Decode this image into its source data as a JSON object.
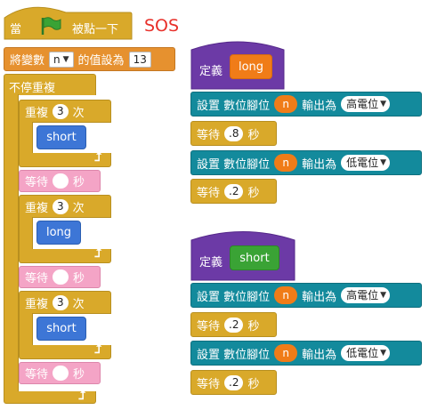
{
  "left_script": {
    "when_flag_prefix": "當",
    "when_flag_suffix": "被點一下",
    "annotation": "SOS",
    "set_var": {
      "label": "將變數",
      "var": "n",
      "middle": "的值設為",
      "value": "13"
    },
    "forever_label": "不停重複",
    "repeat1": {
      "label": "重複",
      "count": "3",
      "unit": "次",
      "call": "short"
    },
    "wait1": {
      "label": "等待",
      "unit": "秒"
    },
    "repeat2": {
      "label": "重複",
      "count": "3",
      "unit": "次",
      "call": "long"
    },
    "wait2": {
      "label": "等待",
      "unit": "秒"
    },
    "repeat3": {
      "label": "重複",
      "count": "3",
      "unit": "次",
      "call": "short"
    },
    "wait3": {
      "label": "等待",
      "unit": "秒"
    }
  },
  "define_long": {
    "define_label": "定義",
    "name": "long",
    "set_high": {
      "label": "設置 數位腳位",
      "pin": "n",
      "out": "輸出為",
      "level": "高電位"
    },
    "wait_a": {
      "label": "等待",
      "value": ".8",
      "unit": "秒"
    },
    "set_low": {
      "label": "設置 數位腳位",
      "pin": "n",
      "out": "輸出為",
      "level": "低電位"
    },
    "wait_b": {
      "label": "等待",
      "value": ".2",
      "unit": "秒"
    }
  },
  "define_short": {
    "define_label": "定義",
    "name": "short",
    "set_high": {
      "label": "設置 數位腳位",
      "pin": "n",
      "out": "輸出為",
      "level": "高電位"
    },
    "wait_a": {
      "label": "等待",
      "value": ".2",
      "unit": "秒"
    },
    "set_low": {
      "label": "設置 數位腳位",
      "pin": "n",
      "out": "輸出為",
      "level": "低電位"
    },
    "wait_b": {
      "label": "等待",
      "value": ".2",
      "unit": "秒"
    }
  },
  "colors": {
    "events": "#d9a92a",
    "variables": "#e6912f",
    "control": "#d9a92a",
    "custom_define": "#6c3aa6",
    "custom_call": "#3d76d6",
    "arduino": "#138a9c",
    "pin_reporter": "#f07c18",
    "pink_wait": "#f4a4c6",
    "flag": "#3aa335",
    "annotation": "#e8302a"
  },
  "icons": {
    "flag": "green-flag-icon",
    "dropdown": "dropdown-arrow-icon",
    "loop_arrow": "loop-arrow-icon"
  }
}
